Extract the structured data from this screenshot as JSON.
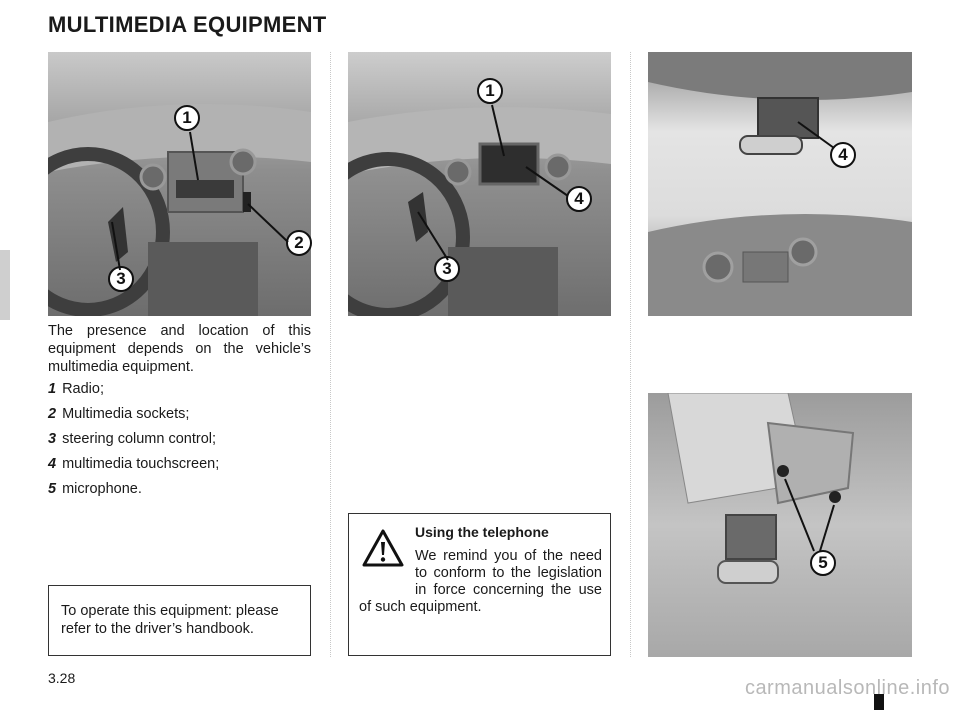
{
  "page": {
    "title": "MULTIMEDIA EQUIPMENT",
    "page_number": "3.28",
    "watermark": "carmanualsonline.info"
  },
  "figures": [
    {
      "code": "40436",
      "callouts": [
        "1",
        "2",
        "3"
      ]
    },
    {
      "code": "42336",
      "callouts": [
        "1",
        "4",
        "3"
      ]
    },
    {
      "code": "40437",
      "callouts": [
        "4"
      ]
    },
    {
      "code": "40435",
      "callouts": [
        "5"
      ]
    }
  ],
  "intro": "The presence and location of this equipment depends on the vehicle’s multimedia equipment.",
  "legend": [
    {
      "num": "1",
      "text": "Radio;"
    },
    {
      "num": "2",
      "text": "Multimedia sockets;"
    },
    {
      "num": "3",
      "text": "steering column control;"
    },
    {
      "num": "4",
      "text": "multimedia touchscreen;"
    },
    {
      "num": "5",
      "text": "microphone."
    }
  ],
  "note": "To operate this equipment: please refer to the driver’s handbook.",
  "warning": {
    "title": "Using the telephone",
    "text": "We remind you of the need to conform to the legislation in force concerning the use of such equipment.",
    "icon": "warning-triangle-icon"
  }
}
